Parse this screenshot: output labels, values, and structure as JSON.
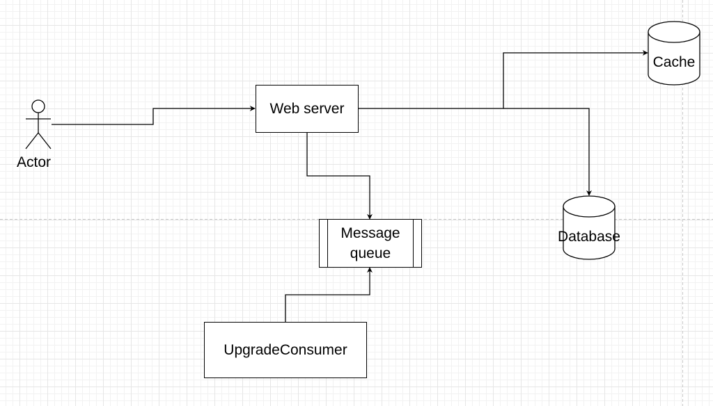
{
  "diagram": {
    "actor": {
      "label": "Actor"
    },
    "web_server": {
      "label": "Web server"
    },
    "message_queue": {
      "label_line1": "Message",
      "label_line2": "queue"
    },
    "upgrade_consumer": {
      "label": "UpgradeConsumer"
    },
    "cache": {
      "label": "Cache"
    },
    "database": {
      "label": "Database"
    },
    "connections": [
      {
        "from": "Actor",
        "to": "Web server"
      },
      {
        "from": "Web server",
        "to": "Cache"
      },
      {
        "from": "Web server",
        "to": "Database"
      },
      {
        "from": "Web server",
        "to": "Message queue"
      },
      {
        "from": "UpgradeConsumer",
        "to": "Message queue"
      }
    ]
  },
  "colors": {
    "stroke": "#000000",
    "fill": "#ffffff",
    "grid": "#e6e6e6",
    "page_break": "#c8c8c8"
  }
}
